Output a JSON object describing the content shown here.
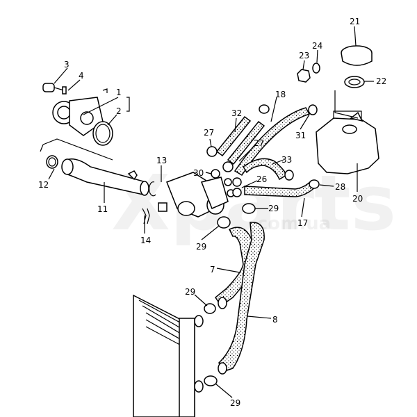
{
  "watermark": {
    "main": "Xparts",
    "sub": ".com.ua"
  },
  "callouts": {
    "c1": "1",
    "c2": "2",
    "c3": "3",
    "c4": "4",
    "c7": "7",
    "c8": "8",
    "c11": "11",
    "c12": "12",
    "c13": "13",
    "c14": "14",
    "c17": "17",
    "c18": "18",
    "c20": "20",
    "c21": "21",
    "c22": "22",
    "c23": "23",
    "c24": "24",
    "c26": "26",
    "c27a": "27",
    "c27b": "27",
    "c28": "28",
    "c29a": "29",
    "c29b": "29",
    "c29c": "29",
    "c29d": "29",
    "c30": "30",
    "c31": "31",
    "c32": "32",
    "c33": "33"
  }
}
